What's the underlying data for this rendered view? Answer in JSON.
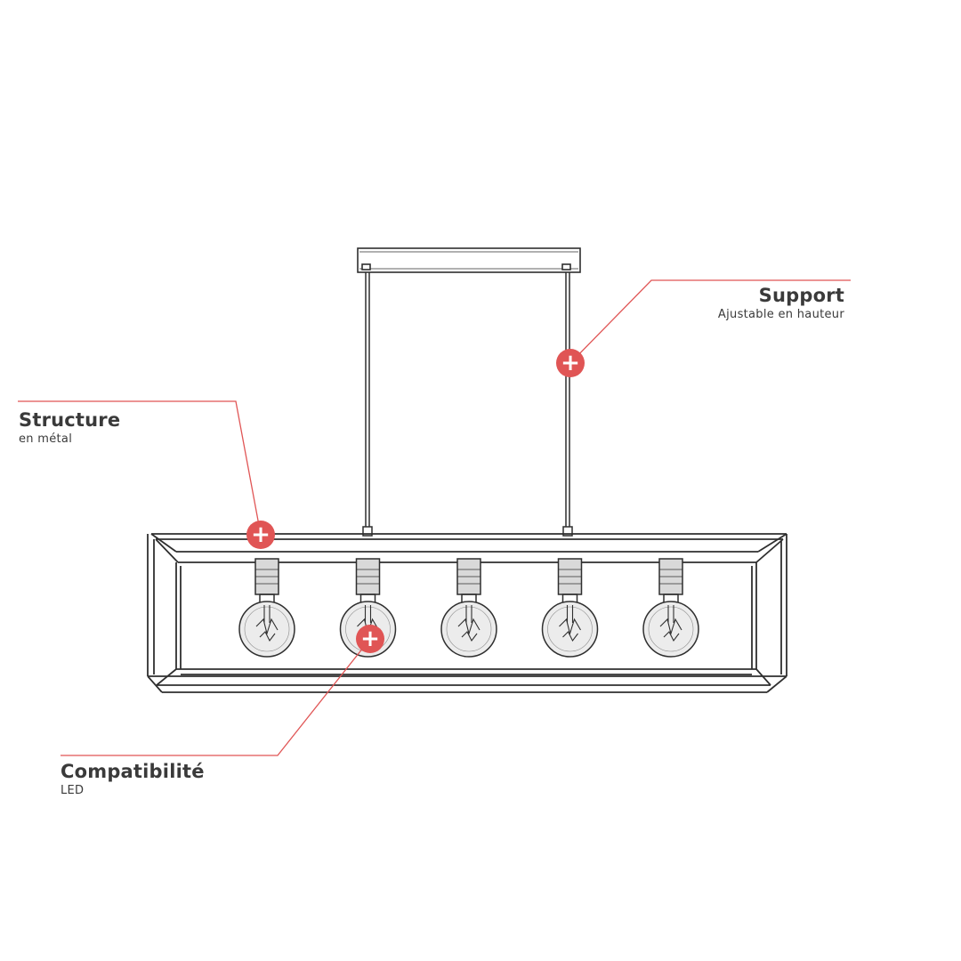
{
  "accent_color": "#e05555",
  "line_color": "#2f2f2f",
  "callouts": {
    "support": {
      "title": "Support",
      "subtitle": "Ajustable en hauteur",
      "icon": "plus-icon"
    },
    "structure": {
      "title": "Structure",
      "subtitle": "en métal",
      "icon": "plus-icon"
    },
    "compatibility": {
      "title": "Compatibilité",
      "subtitle": "LED",
      "icon": "plus-icon"
    }
  },
  "bulb_count": 5
}
